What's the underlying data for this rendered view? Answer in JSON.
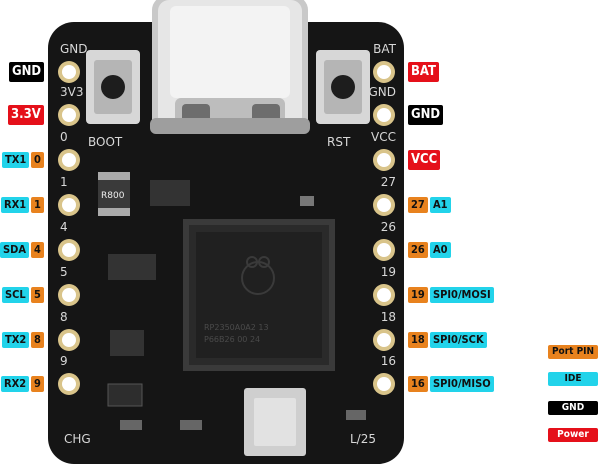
{
  "board": {
    "silk_left": [
      "GND",
      "3V3",
      "0",
      "1",
      "4",
      "5",
      "8",
      "9"
    ],
    "silk_right": [
      "BAT",
      "GND",
      "VCC",
      "27",
      "26",
      "19",
      "18",
      "16"
    ],
    "boot_label": "BOOT",
    "rst_label": "RST",
    "chg_label": "CHG",
    "rev_label": "L/25",
    "resistor_label": "R800",
    "chip_text_1": "RP2350A0A2 13",
    "chip_text_2": "P66B26 00 24"
  },
  "left_labels": [
    {
      "port": "",
      "ide": "",
      "special": "GND",
      "kind": "gnd"
    },
    {
      "port": "",
      "ide": "",
      "special": "3.3V",
      "kind": "pwr"
    },
    {
      "port": "0",
      "ide": "TX1"
    },
    {
      "port": "1",
      "ide": "RX1"
    },
    {
      "port": "4",
      "ide": "SDA"
    },
    {
      "port": "5",
      "ide": "SCL"
    },
    {
      "port": "8",
      "ide": "TX2"
    },
    {
      "port": "9",
      "ide": "RX2"
    }
  ],
  "right_labels": [
    {
      "special": "BAT",
      "kind": "pwr"
    },
    {
      "special": "GND",
      "kind": "gnd"
    },
    {
      "special": "VCC",
      "kind": "pwr"
    },
    {
      "port": "27",
      "ide": "A1"
    },
    {
      "port": "26",
      "ide": "A0"
    },
    {
      "port": "19",
      "ide": "SPI0/MOSI"
    },
    {
      "port": "18",
      "ide": "SPI0/SCK"
    },
    {
      "port": "16",
      "ide": "SPI0/MISO"
    }
  ],
  "legend": {
    "port": "Port PIN",
    "ide": "IDE",
    "gnd": "GND",
    "power": "Power"
  },
  "colors": {
    "gnd": "#000000",
    "power": "#e5101a",
    "port": "#e8821e",
    "ide": "#22d3ea",
    "board": "#151515"
  }
}
